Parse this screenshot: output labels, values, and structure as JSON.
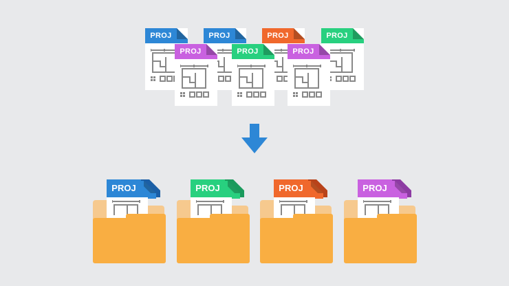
{
  "colors": {
    "background": "#e8e9eb",
    "blue": "#2d87d6",
    "blue_dark": "#1b5fa6",
    "green": "#28d07f",
    "green_dark": "#1a9a5c",
    "orange": "#f0682c",
    "orange_dark": "#b8431a",
    "purple": "#c961e0",
    "purple_dark": "#8d3ba3",
    "folder_front": "#f9ae42",
    "folder_back": "#f6c98e",
    "arrow": "#2d87d6",
    "icon_gray": "#888888"
  },
  "source_files": [
    {
      "label": "PROJ",
      "color": "blue"
    },
    {
      "label": "PROJ",
      "color": "blue"
    },
    {
      "label": "PROJ",
      "color": "orange"
    },
    {
      "label": "PROJ",
      "color": "green"
    },
    {
      "label": "PROJ",
      "color": "purple"
    },
    {
      "label": "PROJ",
      "color": "green"
    },
    {
      "label": "PROJ",
      "color": "purple"
    }
  ],
  "arrow_icon": "arrow-down-icon",
  "folders": [
    {
      "label": "PROJ",
      "color": "blue"
    },
    {
      "label": "PROJ",
      "color": "green"
    },
    {
      "label": "PROJ",
      "color": "orange"
    },
    {
      "label": "PROJ",
      "color": "purple"
    }
  ]
}
